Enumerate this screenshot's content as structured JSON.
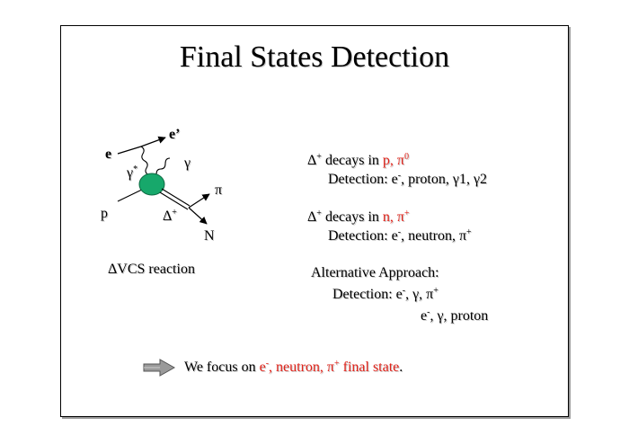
{
  "slide": {
    "title": "Final States Detection"
  },
  "diagram": {
    "electron_in": "e",
    "electron_out": "e’",
    "virtual_photon": "γ",
    "virtual_photon_star": "*",
    "real_photon": "γ",
    "pion": "π",
    "proton": "p",
    "delta": "Δ",
    "delta_charge": "+",
    "nucleon": "N",
    "caption": "ΔVCS reaction"
  },
  "decay1": {
    "delta": "Δ",
    "charge": "+",
    "prefix": " decays in ",
    "products": "p, π",
    "products_sup": "0",
    "detection_label": "Detection: e",
    "detection_sup": "-",
    "detection_rest": ", proton, γ1, γ2"
  },
  "decay2": {
    "delta": "Δ",
    "charge": "+",
    "prefix": " decays in ",
    "products": "n, π",
    "products_sup": "+",
    "detection_label": "Detection: e",
    "detection_sup": "-",
    "detection_rest": ", neutron, π",
    "detection_sup2": "+"
  },
  "alternative": {
    "heading": "Alternative Approach:",
    "line1_label": "Detection:  e",
    "line1_sup": "-",
    "line1_rest": ", γ, π",
    "line1_sup2": "+",
    "line2_label": "e",
    "line2_sup": "-",
    "line2_rest": ", γ, proton"
  },
  "conclusion": {
    "prefix": "We focus on ",
    "highlight_a": "e",
    "highlight_sup": "-",
    "highlight_b": ", neutron, π",
    "highlight_sup2": "+",
    "highlight_c": " final state",
    "suffix": "."
  },
  "colors": {
    "highlight": "#e2231a",
    "blob": "#17a86b",
    "arrow_fill": "#9a9a9a"
  },
  "icons": {
    "conclusion_arrow": "right-arrow-icon"
  }
}
